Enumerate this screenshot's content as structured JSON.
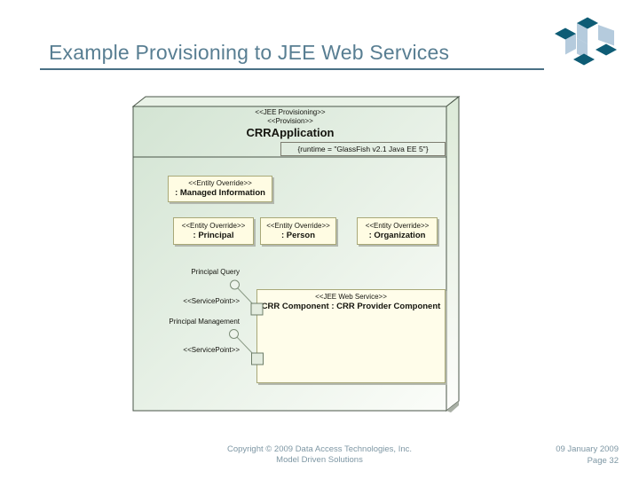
{
  "slide": {
    "title": "Example Provisioning to JEE Web Services",
    "footer": {
      "copyright_line": "Copyright © 2009 Data Access Technologies, Inc.",
      "tagline": "Model Driven Solutions",
      "date": "09 January 2009",
      "page": "Page 32"
    }
  },
  "diagram": {
    "node": {
      "stereotype1": "<<JEE Provisioning>>",
      "stereotype2": "<<Provision>>",
      "name": "CRRApplication",
      "runtime_tag": "{runtime = \"GlassFish v2.1 Java EE 5\"}"
    },
    "entities": [
      {
        "stereotype": "<<Entity Override>>",
        "name": ": Managed Information"
      },
      {
        "stereotype": "<<Entity Override>>",
        "name": ": Principal"
      },
      {
        "stereotype": "<<Entity Override>>",
        "name": ": Person"
      },
      {
        "stereotype": "<<Entity Override>>",
        "name": ": Organization"
      }
    ],
    "component": {
      "stereotype": "<<JEE Web Service>>",
      "name": "CRR Component : CRR Provider Component"
    },
    "service_points": [
      {
        "label": "Principal Query",
        "stereotype": "<<ServicePoint>>"
      },
      {
        "label": "Principal Management",
        "stereotype": "<<ServicePoint>>"
      }
    ]
  },
  "icons": {
    "logo": "isometric-cubes-logo"
  },
  "colors": {
    "title_text": "#587e92",
    "title_rule": "#4a7085",
    "footer_text": "#7e97a4",
    "logo_dark": "#0e5c75",
    "logo_light": "#b5cbdd",
    "node_fill_top_left": "#d3e4d3",
    "node_fill_bottom_right": "#fbfdf9",
    "node_border": "#4a5548",
    "uml_box_fill": "#fffce3",
    "uml_box_border": "#a8a878",
    "connector": "#8a9a85"
  }
}
